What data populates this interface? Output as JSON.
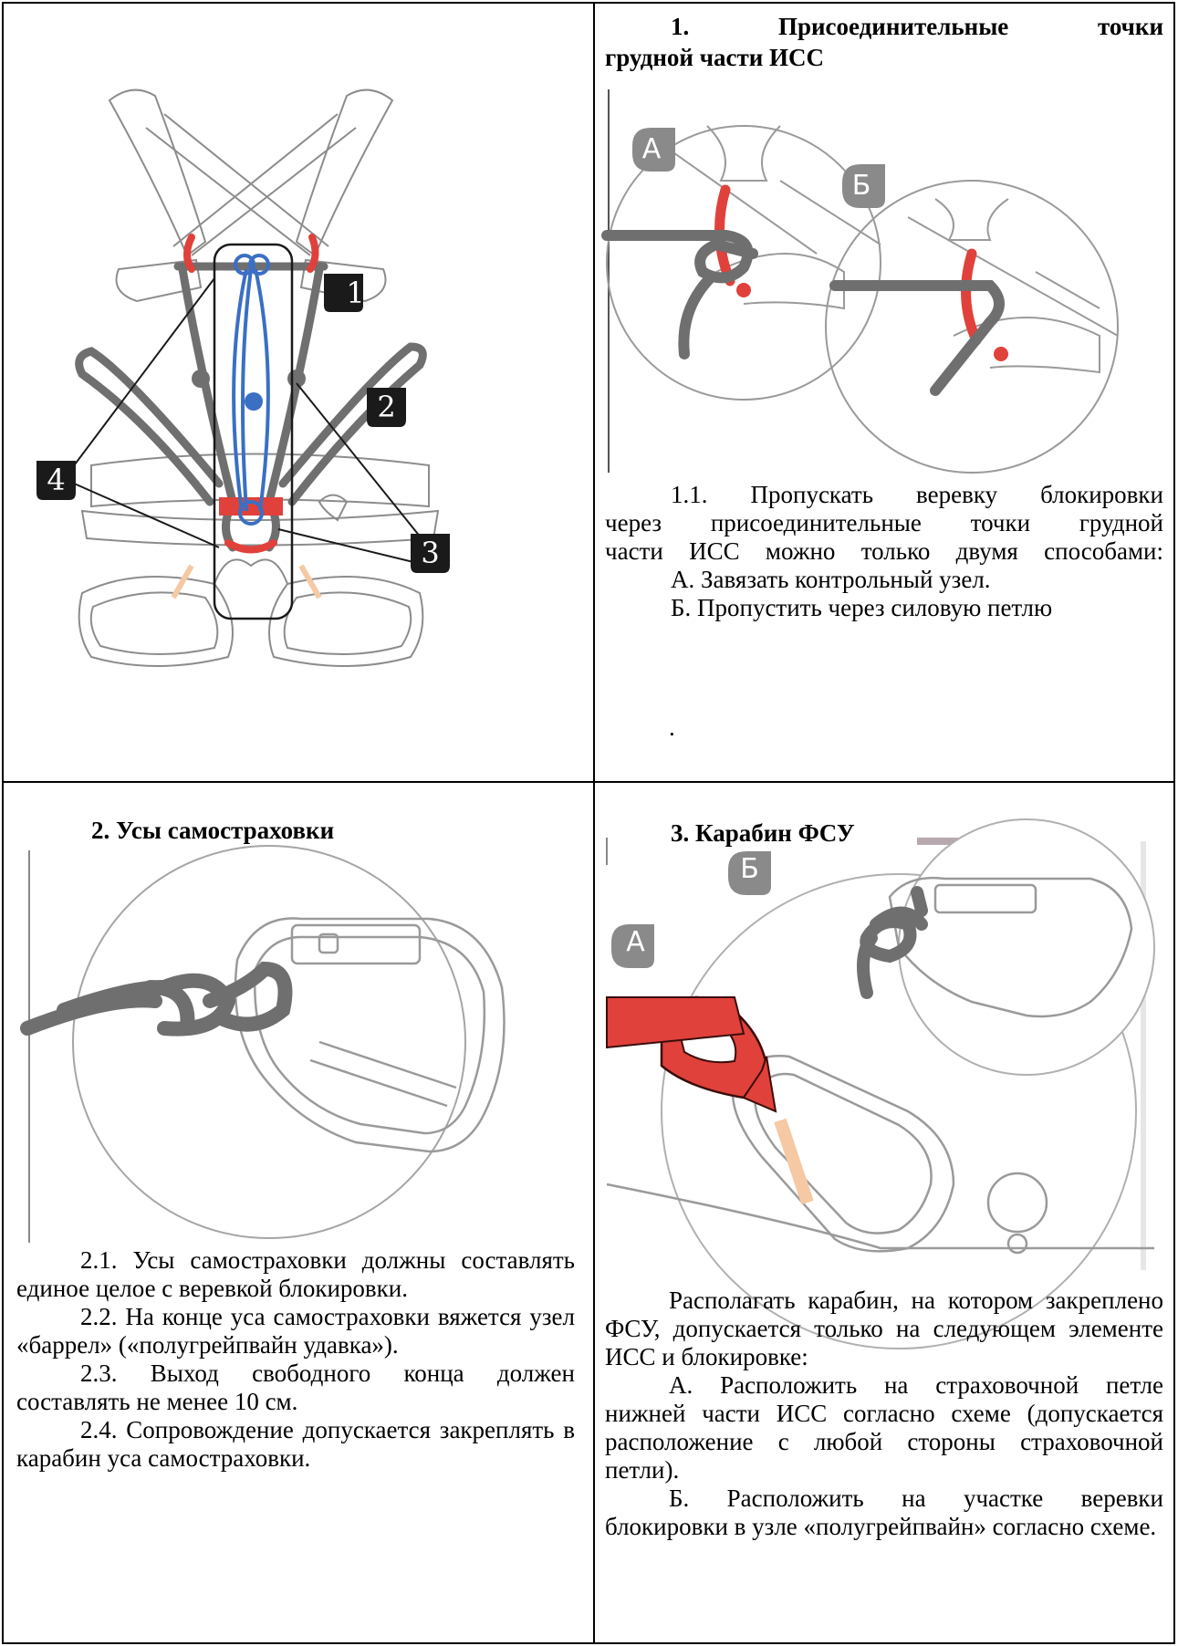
{
  "section1": {
    "title_line1": "1.      Присоединительные      точки",
    "title_line2": "грудной части ИСС",
    "markers": [
      "1",
      "2",
      "3",
      "4"
    ],
    "detail_labels": [
      "А",
      "Б"
    ],
    "text_line1": "1.1. Пропускать веревку блокировки",
    "text_line2": "через присоединительные точки грудной",
    "text_line3": "части ИСС можно только двумя способами:",
    "item_a": "А. Завязать контрольный узел.",
    "item_b": "Б. Пропустить через силовую петлю",
    "dot": "."
  },
  "section2": {
    "title": "2. Усы самостраховки",
    "p1": "2.1.  Усы  самостраховки  должны составлять  единое  целое  с  веревкой блокировки.",
    "p2": "2.2.  На  конце  уса  самостраховки вяжется узел «баррел» («полугрейпвайн удавка»).",
    "p3": "2.3. Выход свободного конца должен составлять не менее 10 см.",
    "p4": "2.4.  Сопровождение  допускается закреплять в карабин уса самостраховки."
  },
  "section3": {
    "title": "3. Карабин ФСУ",
    "labels": [
      "А",
      "Б"
    ],
    "p1": "Располагать  карабин,  на  котором закреплено ФСУ, допускается только на следующем элементе ИСС и блокировке:",
    "p2": "А.  Расположить  на  страховочной петле нижней части ИСС согласно схеме (допускается  расположение  с  любой стороны страховочной петли).",
    "p3": "Б. Расположить на участке веревки блокировки  в  узле  «полугрейпвайн» согласно схеме."
  },
  "colors": {
    "rope_grey": "#6f6f6f",
    "loop_red": "#e0413a",
    "rope_blue": "#3a6fc4",
    "marker_black": "#1a1a1a",
    "label_grey": "#8a8a8a"
  }
}
